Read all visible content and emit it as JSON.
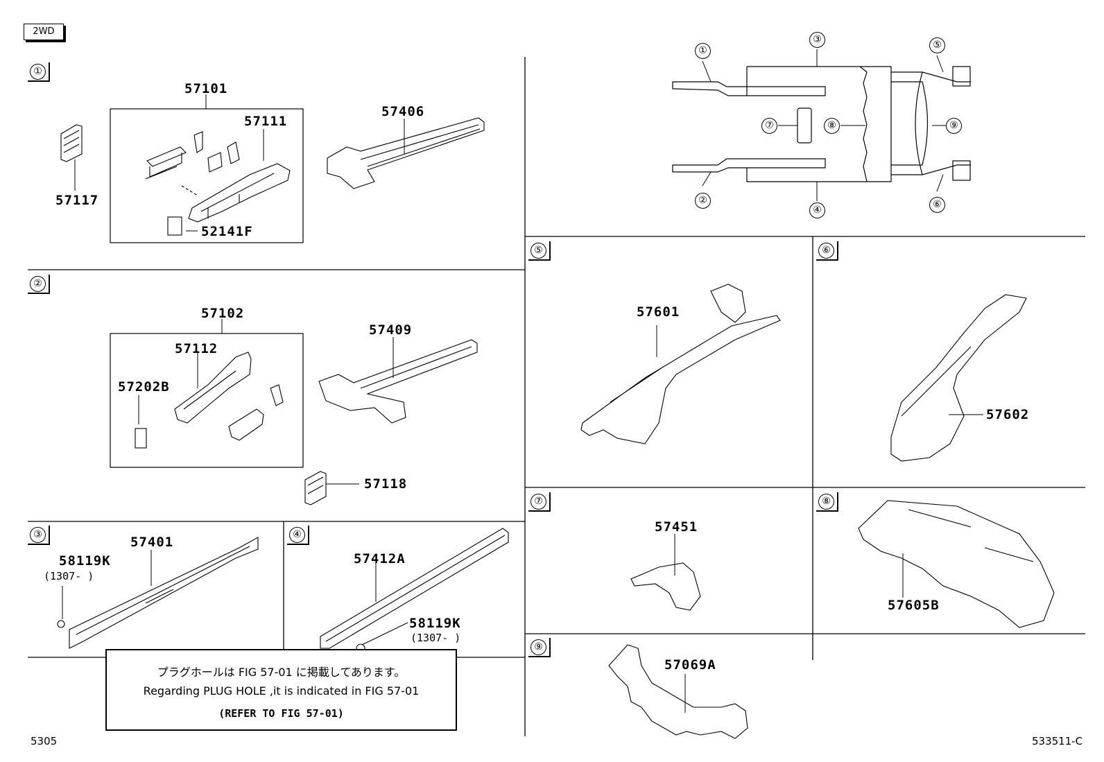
{
  "variant_tag": "2WD",
  "section_numbers": [
    "①",
    "②",
    "③",
    "④",
    "⑤",
    "⑥",
    "⑦",
    "⑧",
    "⑨"
  ],
  "overview_callouts": [
    "①",
    "②",
    "③",
    "④",
    "⑤",
    "⑥",
    "⑦",
    "⑧",
    "⑨"
  ],
  "parts": {
    "p57101": "57101",
    "p57111": "57111",
    "p57117": "57117",
    "p52141F": "52141F",
    "p57406": "57406",
    "p57102": "57102",
    "p57112": "57112",
    "p57202B": "57202B",
    "p57409": "57409",
    "p57118": "57118",
    "p57401": "57401",
    "p58119K_a": "58119K",
    "p58119K_a_date": "(1307-     )",
    "p57412A": "57412A",
    "p58119K_b": "58119K",
    "p58119K_b_date": "(1307-     )",
    "p57601": "57601",
    "p57602": "57602",
    "p57451": "57451",
    "p57605B": "57605B",
    "p57069A": "57069A"
  },
  "note": {
    "line_jp": "プラグホールは FIG 57-01 に掲載してあります。",
    "line_en": "Regarding PLUG HOLE ,it is indicated in FIG 57-01",
    "line_ref": "(REFER TO FIG 57-01)"
  },
  "footer": {
    "page_code": "5305",
    "illustration_code": "533511-C"
  }
}
